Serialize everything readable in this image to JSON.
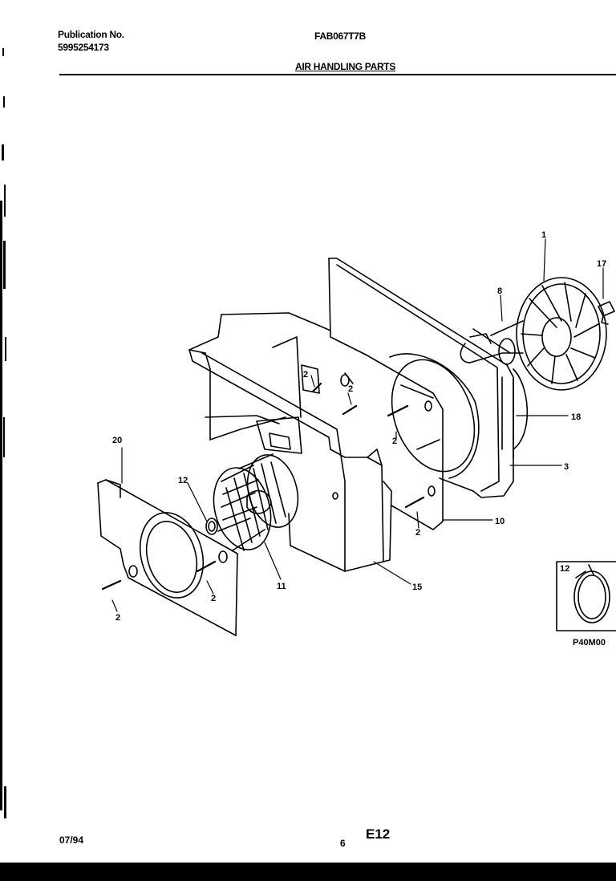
{
  "header": {
    "publication_label": "Publication No.",
    "publication_number": "5995254173",
    "model": "FAB067T7B",
    "title": "AIR HANDLING PARTS"
  },
  "callouts": {
    "c1": "1",
    "c17": "17",
    "c8": "8",
    "c18": "18",
    "c3": "3",
    "c10": "10",
    "c15": "15",
    "c11": "11",
    "c12": "12",
    "c20": "20",
    "c2a": "2",
    "c2b": "2",
    "c2c": "2",
    "c2d": "2",
    "c2e": "2",
    "c2f": "2",
    "c12inset": "12"
  },
  "inset": {
    "code": "P40M00"
  },
  "footer": {
    "date": "07/94",
    "page": "6",
    "code": "E12"
  }
}
